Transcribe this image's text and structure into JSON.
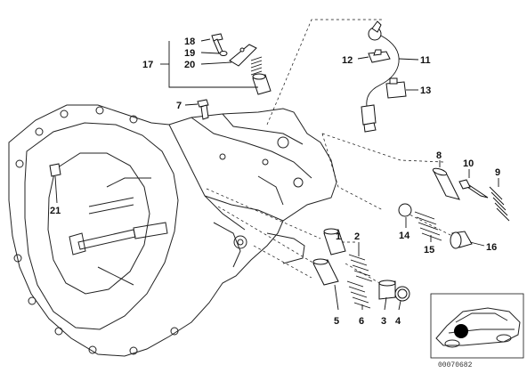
{
  "callouts": [
    {
      "id": "c1",
      "label": "1"
    },
    {
      "id": "c2",
      "label": "2"
    },
    {
      "id": "c3",
      "label": "3"
    },
    {
      "id": "c4",
      "label": "4"
    },
    {
      "id": "c5",
      "label": "5"
    },
    {
      "id": "c6",
      "label": "6"
    },
    {
      "id": "c7",
      "label": "7"
    },
    {
      "id": "c8",
      "label": "8"
    },
    {
      "id": "c9",
      "label": "9"
    },
    {
      "id": "c10",
      "label": "10"
    },
    {
      "id": "c11",
      "label": "11"
    },
    {
      "id": "c12",
      "label": "12"
    },
    {
      "id": "c13",
      "label": "13"
    },
    {
      "id": "c14",
      "label": "14"
    },
    {
      "id": "c15",
      "label": "15"
    },
    {
      "id": "c16",
      "label": "16"
    },
    {
      "id": "c17",
      "label": "17"
    },
    {
      "id": "c18",
      "label": "18"
    },
    {
      "id": "c19",
      "label": "19"
    },
    {
      "id": "c20",
      "label": "20"
    },
    {
      "id": "c21",
      "label": "21"
    }
  ],
  "reference_code": "00070682",
  "colors": {
    "line": "#111111",
    "background": "#ffffff",
    "locator_dot": "#000000"
  }
}
